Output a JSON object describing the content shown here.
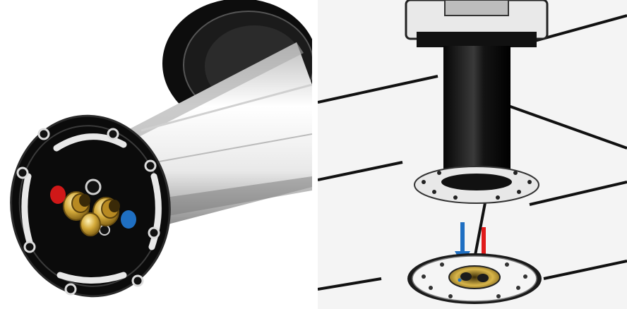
{
  "panels": [
    {
      "id": "left",
      "depicts": "pipe-flange-with-brass-connectors",
      "colors": {
        "flange": "#0b0b0b",
        "pipe": "#e9e9e9",
        "brass": "#c8a13a",
        "dot_hot": "#d01818",
        "dot_cold": "#1f6fc2"
      }
    },
    {
      "id": "right",
      "depicts": "pipe-lowered-onto-floor-socket",
      "colors": {
        "floor": "#f4f4f4",
        "grid": "#111111",
        "pipe": "#111111",
        "collar": "#e5e5e5",
        "arrow_cold": "#1f6fc2",
        "arrow_hot": "#e01b1b",
        "socket": "#d9b64a"
      }
    }
  ]
}
